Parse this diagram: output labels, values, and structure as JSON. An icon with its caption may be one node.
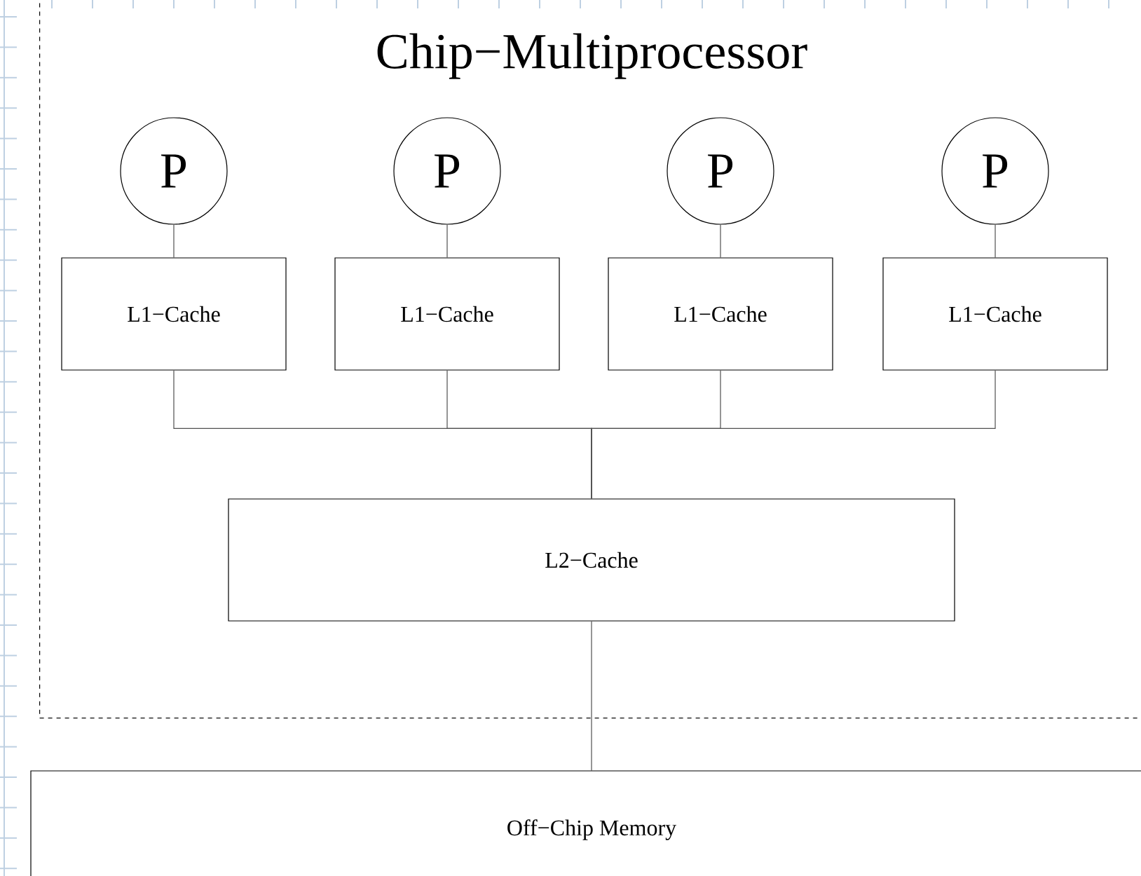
{
  "diagram": {
    "nodes": [
      {
        "text": [
          "Chip−Multiprocessor"
        ]
      },
      {
        "text": [
          "P"
        ],
        "in": 0
      },
      {
        "text": [
          "P"
        ],
        "in": 0
      },
      {
        "text": [
          "P"
        ],
        "in": 0
      },
      {
        "text": [
          "P"
        ],
        "in": 0
      },
      {
        "text": [
          "L1−Cache"
        ],
        "in": 0
      },
      {
        "text": [
          "L1−Cache"
        ],
        "in": 0
      },
      {
        "text": [
          "L1−Cache"
        ],
        "in": 0
      },
      {
        "text": [
          "L1−Cache"
        ],
        "in": 0
      },
      {
        "text": [
          "L2−Cache"
        ],
        "in": 0
      },
      {
        "text": [
          "Off−Chip Memory"
        ]
      }
    ],
    "edges": [
      {
        "from": 1,
        "to": 5,
        "arrow": "none"
      },
      {
        "from": 2,
        "to": 6,
        "arrow": "none"
      },
      {
        "from": 3,
        "to": 7,
        "arrow": "none"
      },
      {
        "from": 4,
        "to": 8,
        "arrow": "none"
      },
      {
        "from": 5,
        "to": 9,
        "arrow": "none"
      },
      {
        "from": 6,
        "to": 9,
        "arrow": "none"
      },
      {
        "from": 7,
        "to": 9,
        "arrow": "none"
      },
      {
        "from": 8,
        "to": 9,
        "arrow": "none"
      },
      {
        "from": 9,
        "to": 10,
        "arrow": "none"
      }
    ]
  }
}
